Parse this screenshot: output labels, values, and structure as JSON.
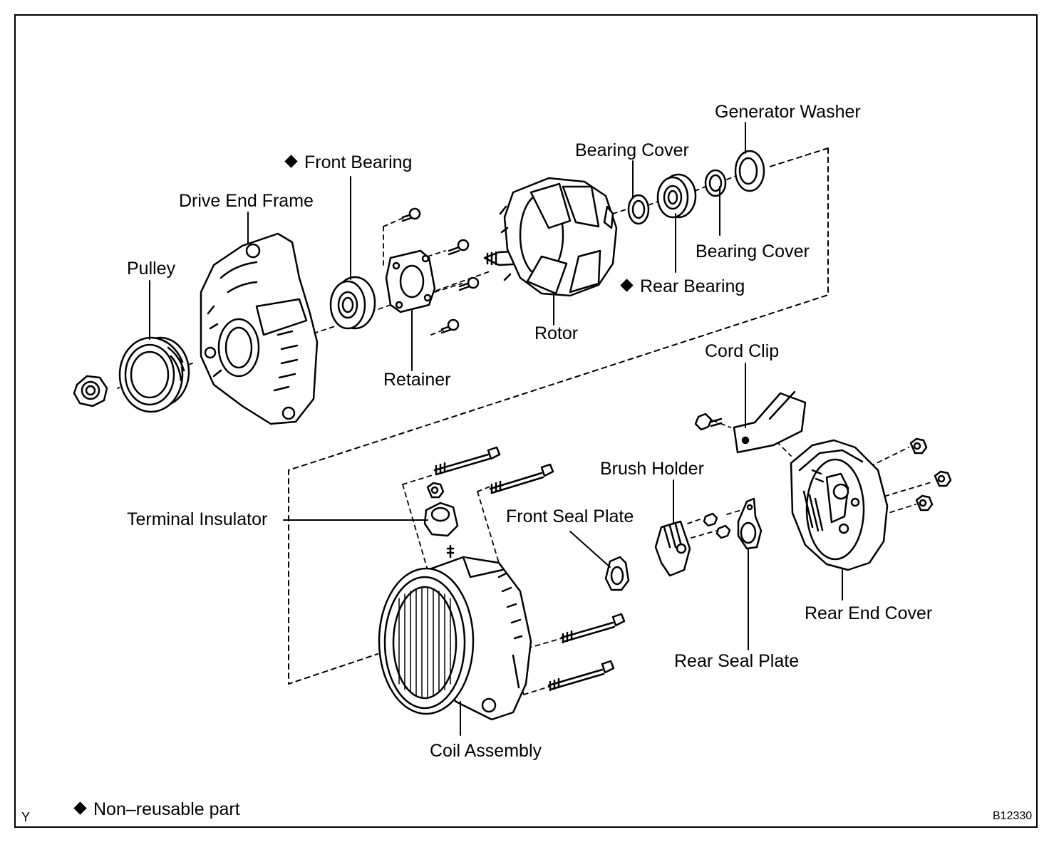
{
  "labels": {
    "generator_washer": "Generator Washer",
    "bearing_cover_top": "Bearing Cover",
    "front_bearing": "Front Bearing",
    "drive_end_frame": "Drive End Frame",
    "pulley": "Pulley",
    "bearing_cover_right": "Bearing Cover",
    "rear_bearing": "Rear Bearing",
    "rotor": "Rotor",
    "retainer": "Retainer",
    "cord_clip": "Cord Clip",
    "brush_holder": "Brush Holder",
    "terminal_insulator": "Terminal Insulator",
    "front_seal_plate": "Front Seal Plate",
    "rear_end_cover": "Rear End Cover",
    "rear_seal_plate": "Rear Seal Plate",
    "coil_assembly": "Coil Assembly"
  },
  "legend": {
    "text": "Non–reusable part"
  },
  "corner_mark": "Y",
  "figure_code": "B12330"
}
